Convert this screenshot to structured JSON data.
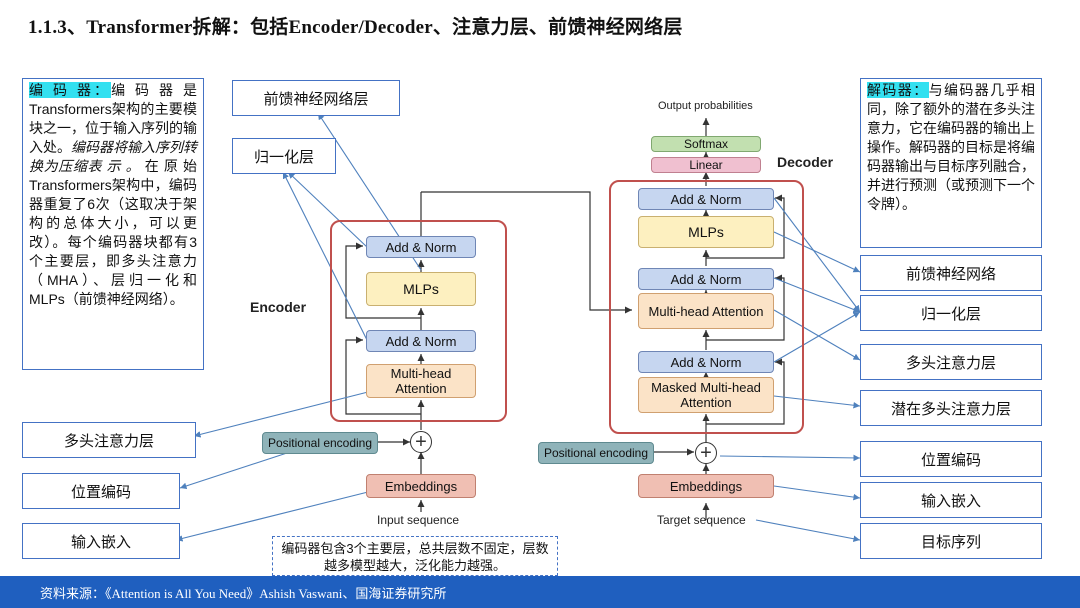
{
  "title": "1.1.3、Transformer拆解：包括Encoder/Decoder、注意力层、前馈神经网络层",
  "encoder_callout": {
    "term": "编 码 器：",
    "text1": "编 码 器 是 Transformers架构的主要模块之一，位于输入序列的输入处。",
    "emph": "编码器将输入序列转换为压缩表 示 。",
    "text2": " 在 原 始 Transformers架构中，编码器重复了6次（这取决于架构的总体大小，可以更改）。每个编码器块都有3个主要层，即多头注意力（MHA）、层归一化和MLPs（前馈神经网络）。"
  },
  "decoder_callout": {
    "term": "解码器：",
    "text": "与编码器几乎相同，除了额外的潜在多头注意力，它在编码器的输出上操作。解码器的目标是将编码器输出与目标序列融合，并进行预测（或预测下一个令牌）。"
  },
  "left_labels": {
    "ffn": "前馈神经网络层",
    "norm": "归一化层",
    "mha": "多头注意力层",
    "pos": "位置编码",
    "emb": "输入嵌入"
  },
  "right_labels": {
    "ffn": "前馈神经网络",
    "norm": "归一化层",
    "mha": "多头注意力层",
    "latent": "潜在多头注意力层",
    "pos": "位置编码",
    "emb": "输入嵌入",
    "target": "目标序列"
  },
  "encoder": {
    "label": "Encoder",
    "add_norm": "Add & Norm",
    "mlps": "MLPs",
    "mha": "Multi-head Attention",
    "pos": "Positional encoding",
    "emb": "Embeddings",
    "input": "Input sequence"
  },
  "decoder": {
    "label": "Decoder",
    "output": "Output probabilities",
    "softmax": "Softmax",
    "linear": "Linear",
    "add_norm": "Add & Norm",
    "mlps": "MLPs",
    "mha": "Multi-head Attention",
    "masked": "Masked Multi-head Attention",
    "pos": "Positional encoding",
    "emb": "Embeddings",
    "target": "Target sequence"
  },
  "note": "编码器包含3个主要层，总共层数不固定，层数越多模型越大，泛化能力越强。",
  "footer": "资料来源：《Attention is All You Need》Ashish Vaswani、国海证券研究所",
  "colors": {
    "frame": "#c0504d",
    "callout_border": "#4472c4",
    "highlight": "#33e0f0",
    "footer": "#1f5fbf"
  }
}
